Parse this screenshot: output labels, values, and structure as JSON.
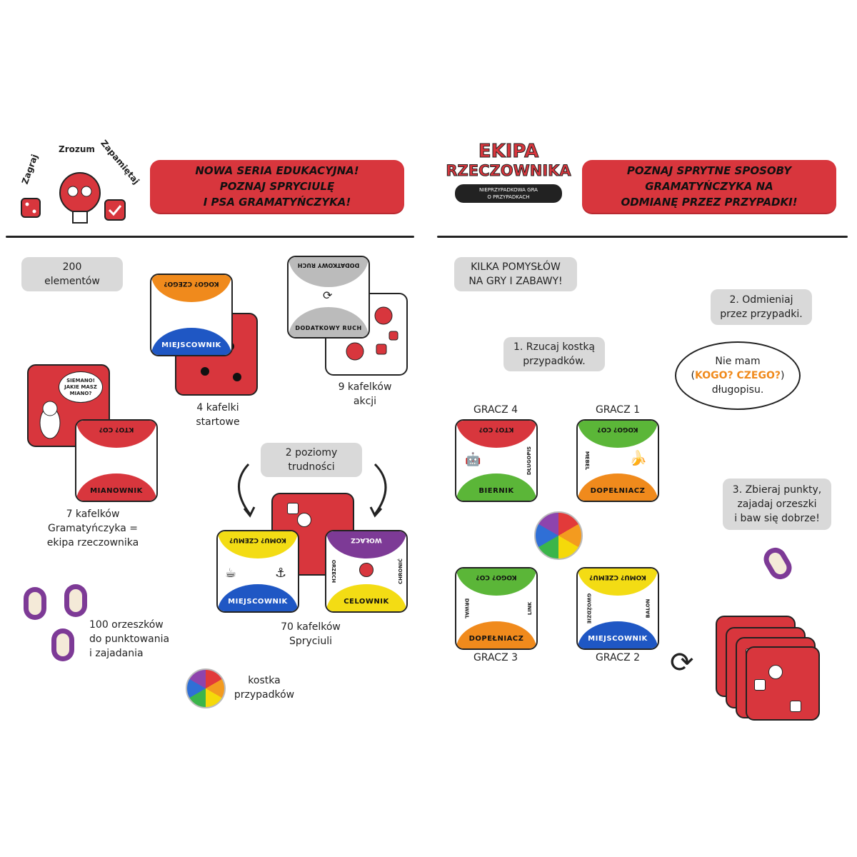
{
  "left": {
    "logo_words": [
      "Zagraj",
      "Zrozum",
      "Zapamiętaj"
    ],
    "banner_lines": [
      "NOWA SERIA EDUKACYJNA!",
      "POZNAJ SPRYCIULĘ",
      "I PSA GRAMATYŃCZYKA!"
    ],
    "elements_pill": [
      "200",
      "elementów"
    ],
    "start_tiles_label": [
      "4 kafelki",
      "startowe"
    ],
    "start_tile": {
      "top": "KOGO? CZEGO?",
      "bottom": "MIEJSCOWNIK"
    },
    "action_tile": {
      "top": "DODATKOWY RUCH",
      "bottom": "DODATKOWY RUCH"
    },
    "action_label": [
      "9 kafelków",
      "akcji"
    ],
    "speech": [
      "SIEMANO!",
      "JAKIE MASZ",
      "MIANO?"
    ],
    "grammar_tile": {
      "top": "KTO? CO?",
      "bottom": "MIANOWNIK"
    },
    "grammar_label": [
      "7 kafelków",
      "Gramatyńczyka =",
      "ekipa rzeczownika"
    ],
    "levels_pill": [
      "2 poziomy",
      "trudności"
    ],
    "spryciula_tile1": {
      "top": "KOMU? CZEMU?",
      "bottom": "MIEJSCOWNIK"
    },
    "spryciula_tile2": {
      "top": "WOŁACZ",
      "bottom": "CELOWNIK",
      "left": "ORZECH",
      "right": "CHRONIĆ"
    },
    "spryciula_label": [
      "70 kafelków",
      "Spryciuli"
    ],
    "nuts_label": [
      "100 orzeszków",
      "do punktowania",
      "i zajadania"
    ],
    "cube_label": [
      "kostka",
      "przypadków"
    ]
  },
  "right": {
    "logo_title": [
      "EKIPA",
      "RZECZOWNIKA"
    ],
    "logo_subtitle": [
      "NIEPRZYPADKOWA GRA",
      "O PRZYPADKACH"
    ],
    "banner_lines": [
      "POZNAJ SPRYTNE SPOSOBY",
      "GRAMATYŃCZYKA NA",
      "ODMIANĘ PRZEZ PRZYPADKI!"
    ],
    "ideas_pill": [
      "KILKA POMYSŁÓW",
      "NA GRY I ZABAWY!"
    ],
    "step1": [
      "1. Rzucaj kostką",
      "przypadków."
    ],
    "step2": [
      "2. Odmieniaj",
      "przez przypadki."
    ],
    "step3": [
      "3. Zbieraj punkty,",
      "zajadaj orzeszki",
      "i baw się dobrze!"
    ],
    "bubble": {
      "line1": "Nie mam",
      "highlight": "KOGO? CZEGO?",
      "line3": "długopisu."
    },
    "players": {
      "p4": {
        "name": "GRACZ 4",
        "top": "KTO? CO?",
        "bottom": "BIERNIK",
        "right": "DŁUGOPIS"
      },
      "p1": {
        "name": "GRACZ 1",
        "top": "KOGO? CO?",
        "bottom": "DOPEŁNIACZ",
        "left": "MEBEL"
      },
      "p3": {
        "name": "GRACZ 3",
        "top": "KOGO? CO?",
        "bottom": "DOPEŁNIACZ",
        "left": "DRWAL",
        "right": "LINK"
      },
      "p2": {
        "name": "GRACZ 2",
        "top": "KOMU? CZEMU?",
        "bottom": "MIEJSCOWNIK",
        "left": "GWOŹDZIE",
        "right": "BALON"
      }
    }
  },
  "colors": {
    "red": "#d8363d",
    "orange": "#f08a1c",
    "blue": "#1f57c4",
    "yellow": "#f3dc14",
    "green": "#5bb638",
    "purple": "#7d3a96",
    "grey": "#d9d9d9"
  }
}
